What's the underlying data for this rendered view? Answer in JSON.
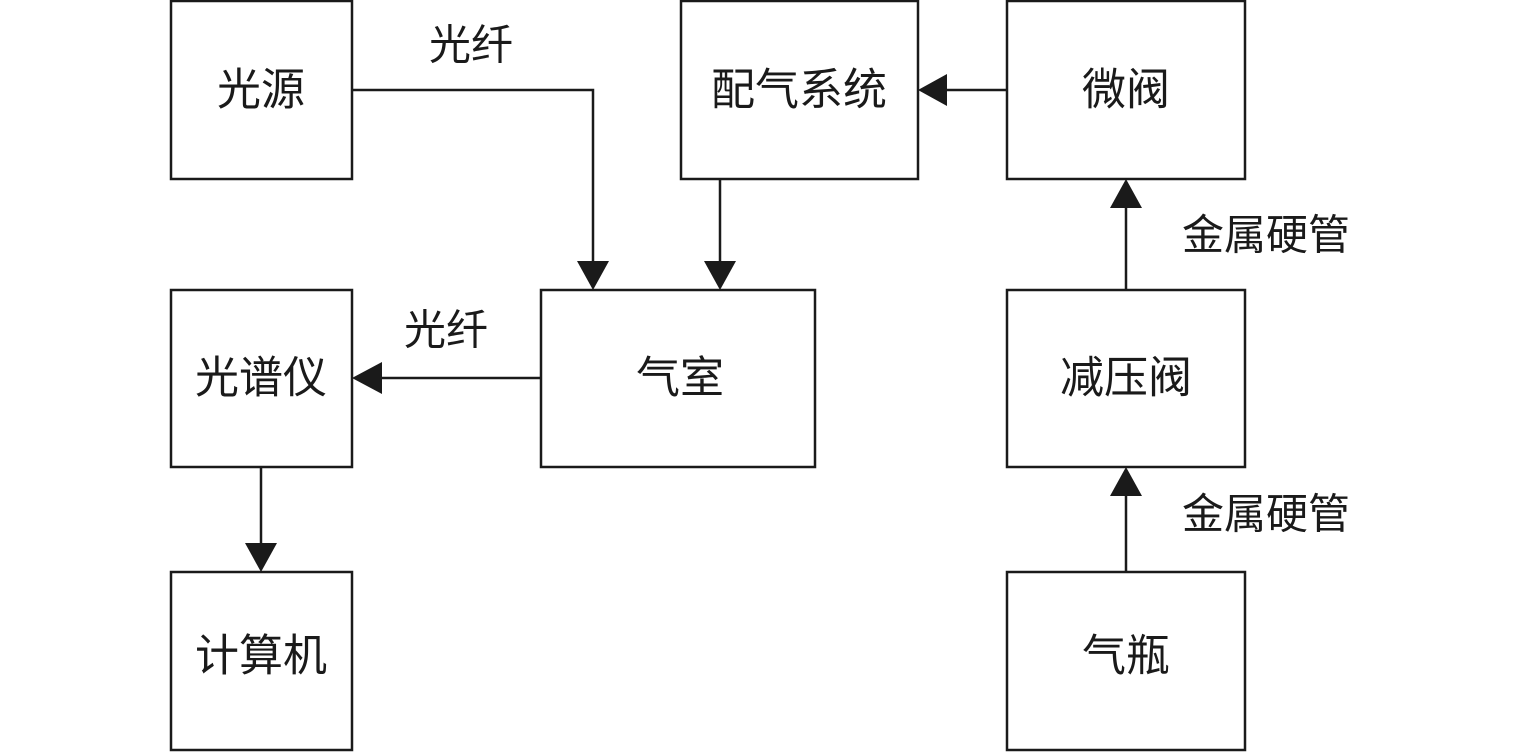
{
  "nodes": {
    "light_source": "光源",
    "gas_mixing_system": "配气系统",
    "micro_valve": "微阀",
    "spectrometer": "光谱仪",
    "gas_cell": "气室",
    "pressure_reducing_valve": "减压阀",
    "computer": "计算机",
    "gas_cylinder": "气瓶"
  },
  "edges": {
    "fiber_in": "光纤",
    "fiber_out": "光纤",
    "metal_pipe_upper": "金属硬管",
    "metal_pipe_lower": "金属硬管"
  }
}
